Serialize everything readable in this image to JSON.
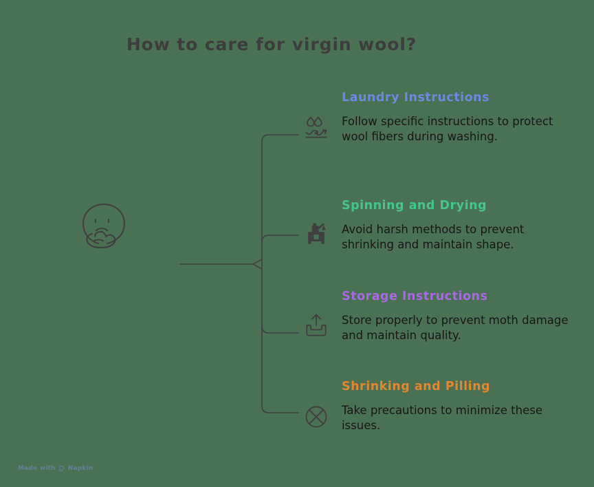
{
  "page": {
    "background_color": "#4a7153",
    "title": "How to care for virgin wool?",
    "title_color": "#3d3d3d",
    "root_icon": "thinking-face-icon"
  },
  "branches": [
    {
      "heading": "Laundry Instructions",
      "heading_color": "#6b8ae0",
      "body": "Follow specific instructions to protect wool fibers during washing.",
      "icon": "laundry-wash-icon"
    },
    {
      "heading": "Spinning and Drying",
      "heading_color": "#45c58c",
      "body": "Avoid harsh methods to prevent shrinking and maintain shape.",
      "icon": "spin-dryer-machine-icon"
    },
    {
      "heading": "Storage Instructions",
      "heading_color": "#a86ae0",
      "body": "Store properly to prevent moth damage and maintain quality.",
      "icon": "storage-tray-up-arrow-icon"
    },
    {
      "heading": "Shrinking and Pilling",
      "heading_color": "#e0872f",
      "body": "Take precautions to minimize these issues.",
      "icon": "circle-x-prohibition-icon"
    }
  ],
  "connector": {
    "stroke_color": "#3f3f3f"
  },
  "watermark": {
    "prefix": "Made with",
    "brand": "Napkin",
    "logo_icon": "napkin-logo-icon",
    "color": "#6b7f9e"
  }
}
